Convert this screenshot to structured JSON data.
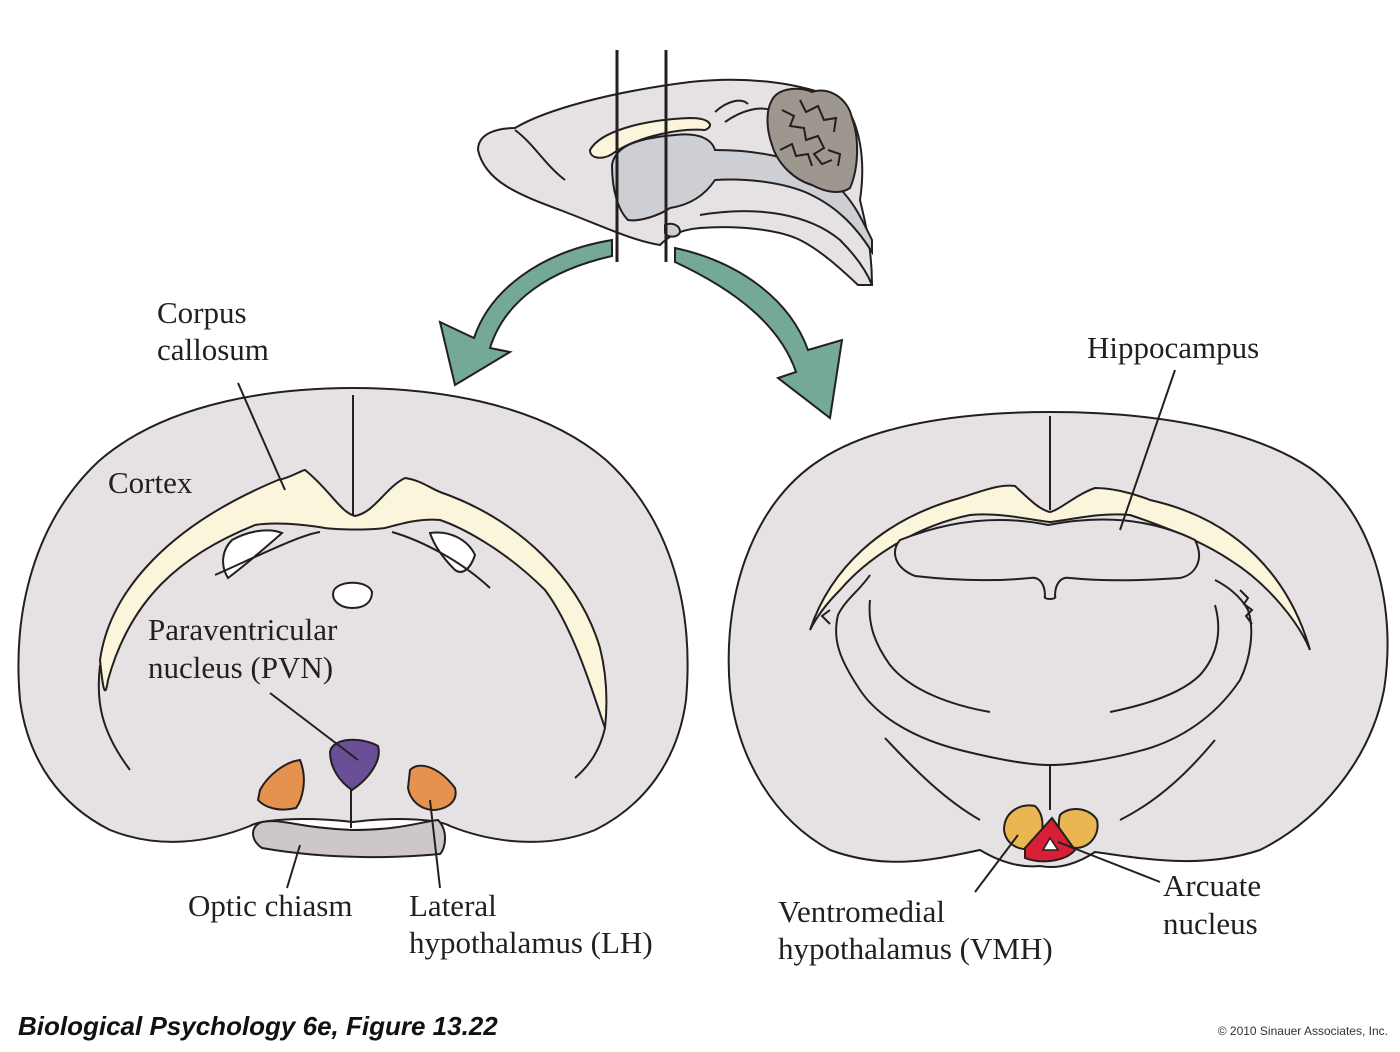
{
  "labels": {
    "corpus_callosum": [
      "Corpus",
      "callosum"
    ],
    "cortex": "Cortex",
    "pvn": [
      "Paraventricular",
      "nucleus (PVN)"
    ],
    "optic_chiasm": "Optic chiasm",
    "lh": [
      "Lateral",
      "hypothalamus (LH)"
    ],
    "hippocampus": "Hippocampus",
    "vmh": [
      "Ventromedial",
      "hypothalamus (VMH)"
    ],
    "arcuate": [
      "Arcuate",
      "nucleus"
    ]
  },
  "caption": {
    "book": "Biological Psychology 6e,",
    "figure": " Figure 13.22"
  },
  "copyright": "© 2010 Sinauer Associates, Inc.",
  "colors": {
    "tissue": "#e6e1e2",
    "white_matter": "#fbf5dc",
    "midbrain_gray": "#cdcfd4",
    "cerebellum": "#9e9790",
    "pvn": "#6a4f96",
    "lh": "#e5924e",
    "vmh": "#e9b652",
    "arcuate": "#d81f35",
    "arrow": "#74a899",
    "optic": "#cdc8c7",
    "line": "#231f20"
  }
}
